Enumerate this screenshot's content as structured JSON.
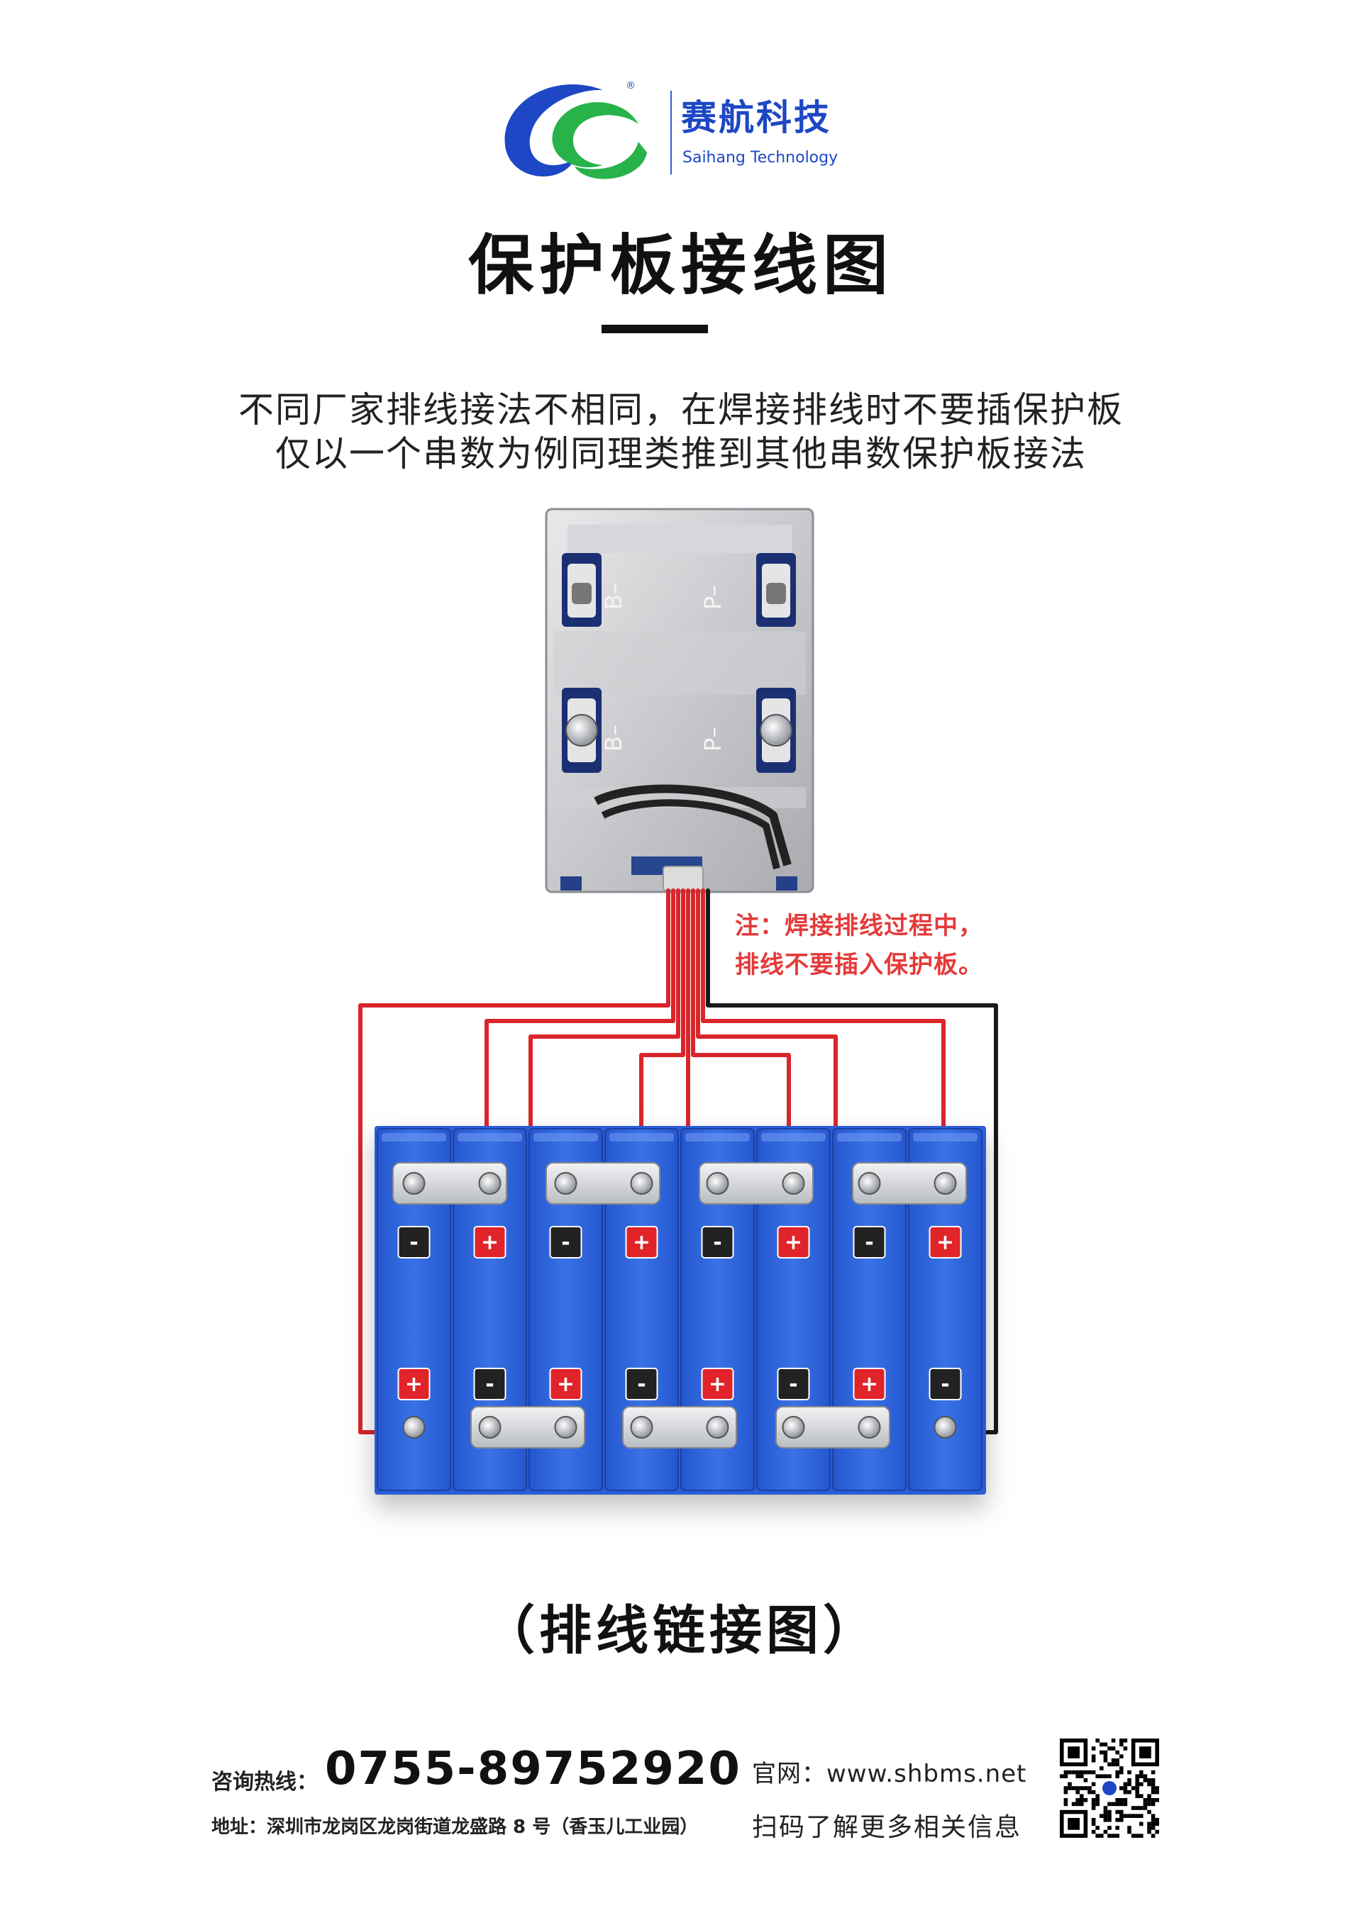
{
  "brand": {
    "name_cn": "赛航科技",
    "name_en": "Saihang Technology",
    "trademark": "®"
  },
  "title": "保护板接线图",
  "subtitle": [
    "不同厂家排线接法不相同，在焊接排线时不要插保护板",
    "仅以一个串数为例同理类推到其他串数保护板接法"
  ],
  "board": {
    "labels": [
      "B–",
      "P–",
      "B–",
      "P–"
    ]
  },
  "note": [
    "注：焊接排线过程中，",
    "排线不要插入保护板。"
  ],
  "battery": {
    "cells": 8,
    "plus": "+",
    "minus": "-"
  },
  "caption": "（排线链接图）",
  "footer": {
    "hotline_label": "咨询热线：",
    "hotline_number": "0755-89752920",
    "address": "地址：深圳市龙岗区龙岗街道龙盛路 8 号（香玉儿工业园）",
    "website": "官网：www.shbms.net",
    "scan_text": "扫码了解更多相关信息"
  },
  "colors": {
    "brand_blue": "#1d47c4",
    "brand_green": "#27b34a",
    "wire_red": "#d9262b",
    "cell_blue": "#2c5fd8",
    "note_red": "#e53a3a"
  }
}
